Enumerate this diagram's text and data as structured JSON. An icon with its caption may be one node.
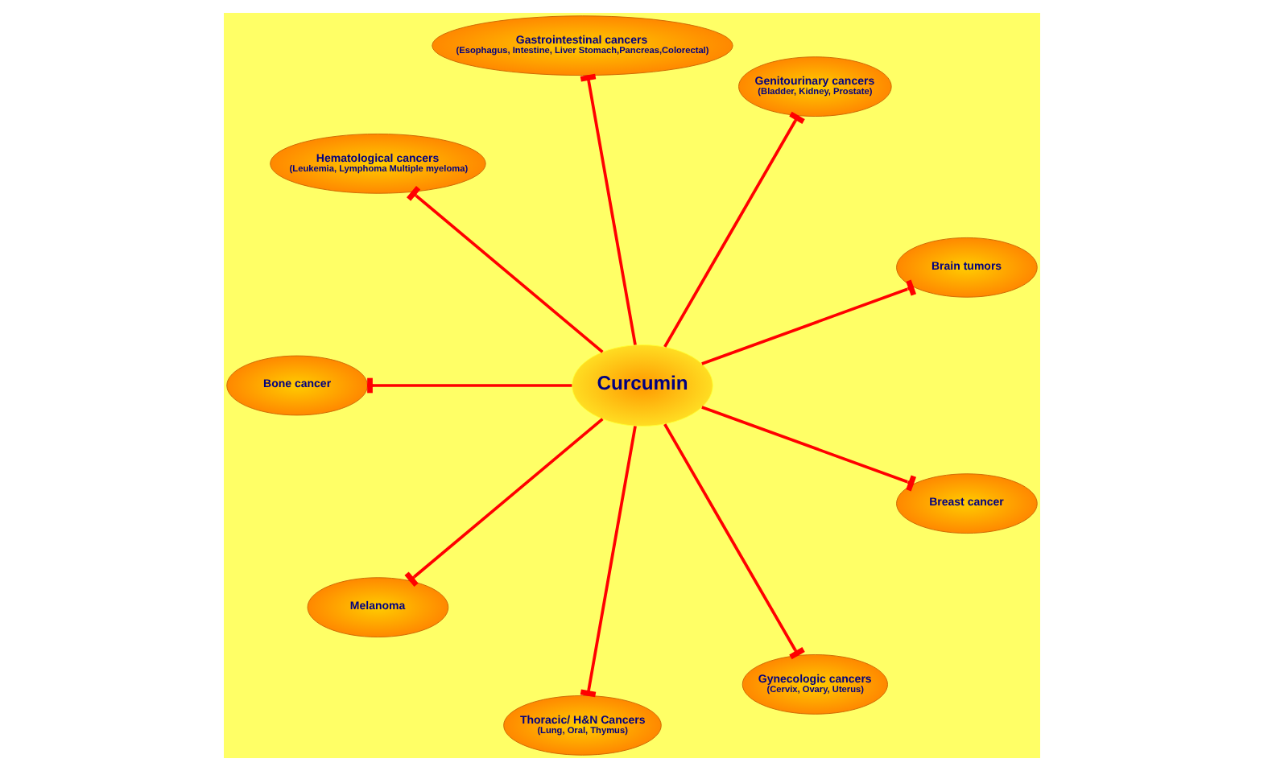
{
  "diagram": {
    "nodes": [
      {
        "text": [
          "Curcumin"
        ]
      },
      {
        "text": [
          "Gastrointestinal cancers",
          "(Esophagus, Intestine, Liver Stomach,Pancreas,Colorectal)"
        ]
      },
      {
        "text": [
          "Hematological cancers",
          "(Leukemia, Lymphoma Multiple myeloma)"
        ]
      },
      {
        "text": [
          "Genitourinary cancers",
          "(Bladder, Kidney, Prostate)"
        ]
      },
      {
        "text": [
          "Brain tumors"
        ]
      },
      {
        "text": [
          "Breast cancer"
        ]
      },
      {
        "text": [
          "Gynecologic cancers",
          "(Cervix, Ovary, Uterus)"
        ]
      },
      {
        "text": [
          "Thoracic/ H&N Cancers",
          "(Lung, Oral, Thymus)"
        ]
      },
      {
        "text": [
          "Melanoma"
        ]
      },
      {
        "text": [
          "Bone cancer"
        ]
      }
    ],
    "edges": [
      {
        "from": 0,
        "to": 4,
        "arrow": "other"
      },
      {
        "from": 0,
        "to": 3,
        "arrow": "other"
      },
      {
        "from": 0,
        "to": 1,
        "arrow": "other"
      },
      {
        "from": 0,
        "to": 2,
        "arrow": "other"
      },
      {
        "from": 0,
        "to": 9,
        "arrow": "other"
      },
      {
        "from": 0,
        "to": 8,
        "arrow": "other"
      },
      {
        "from": 0,
        "to": 7,
        "arrow": "other"
      },
      {
        "from": 0,
        "to": 6,
        "arrow": "other"
      },
      {
        "from": 0,
        "to": 5,
        "arrow": "other"
      }
    ]
  }
}
